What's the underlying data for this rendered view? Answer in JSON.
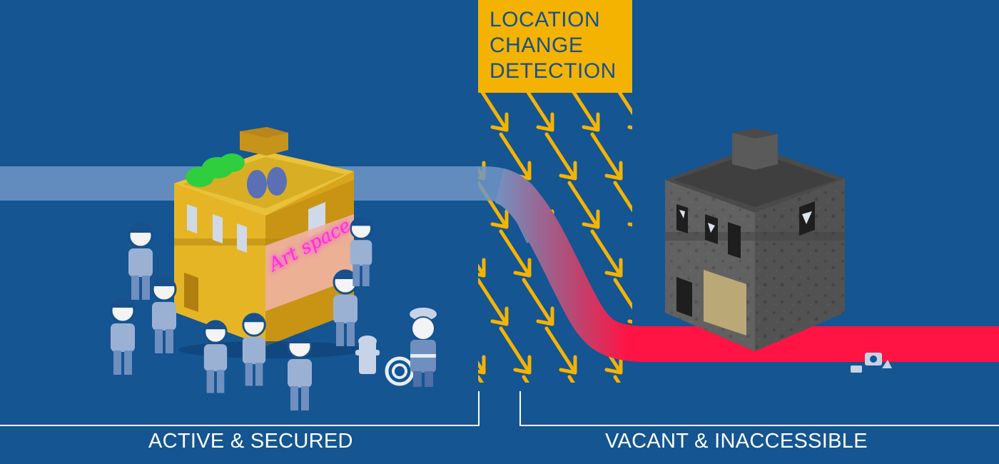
{
  "title": {
    "line1": "LOCATION",
    "line2": "CHANGE",
    "line3": "DETECTION"
  },
  "labels": {
    "left": "ACTIVE & SECURED",
    "right": "VACANT & INACCESSIBLE",
    "sign": "Art space"
  },
  "colors": {
    "background": "#145592",
    "accent": "#F5B301",
    "active_path": "#6F96C4",
    "vacant_path": "#FF1444",
    "building_active": "#E3B221",
    "building_vacant": "#5E5E5E",
    "neon": "#FF2FD8"
  },
  "icons": [
    "arrow-pattern",
    "yellow-building",
    "gray-abandoned-building",
    "person-icons",
    "firefighter-icon",
    "fire-hydrant-icon",
    "debris-icon"
  ]
}
